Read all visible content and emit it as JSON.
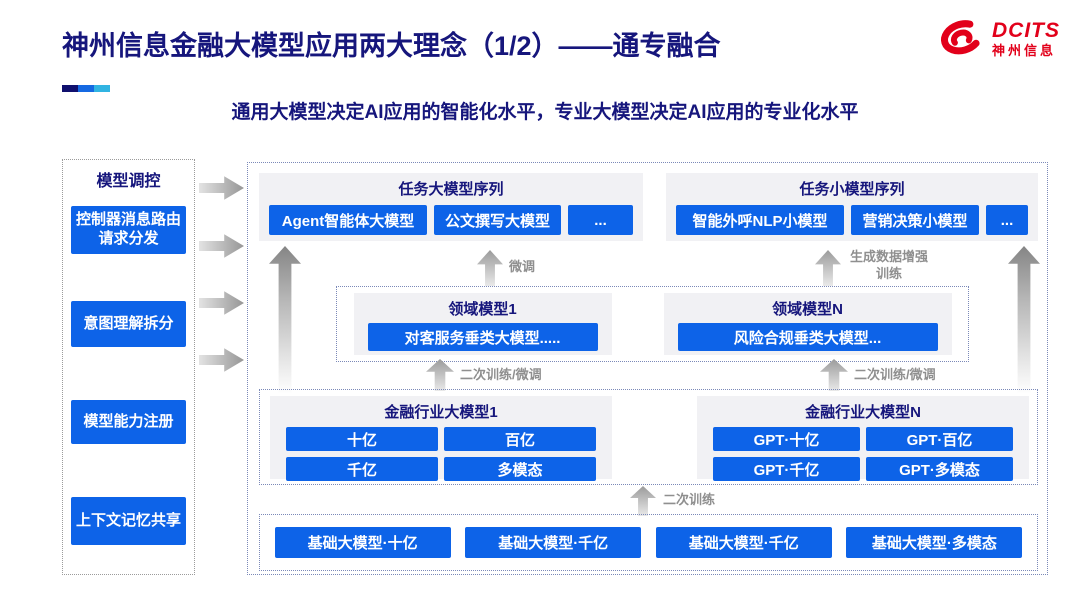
{
  "header": {
    "title": "神州信息金融大模型应用两大理念（1/2）——通专融合",
    "subtitle": "通用大模型决定AI应用的智能化水平，专业大模型决定AI应用的专业化水平",
    "logo_brand": "DCITS",
    "logo_company": "神州信息"
  },
  "colors": {
    "accent_blue": "#0d63e8",
    "title_navy": "#16167c",
    "logo_red": "#e2001a",
    "panel_gray": "#f1f1f4"
  },
  "sidebar": {
    "title": "模型调控",
    "items": [
      {
        "label": "控制器消息路由请求分发"
      },
      {
        "label": "意图理解拆分"
      },
      {
        "label": "模型能力注册"
      },
      {
        "label": "上下文记忆共享"
      }
    ]
  },
  "diagram": {
    "task_large": {
      "title": "任务大模型序列",
      "items": [
        "Agent智能体大模型",
        "公文撰写大模型",
        "..."
      ]
    },
    "task_small": {
      "title": "任务小模型序列",
      "items": [
        "智能外呼NLP小模型",
        "营销决策小模型",
        "..."
      ]
    },
    "domain1": {
      "title": "领域模型1",
      "item": "对客服务垂类大模型....."
    },
    "domainN": {
      "title": "领域模型N",
      "item": "风险合规垂类大模型..."
    },
    "industry1": {
      "title": "金融行业大模型1",
      "items": [
        "十亿",
        "百亿",
        "千亿",
        "多模态"
      ]
    },
    "industryN": {
      "title": "金融行业大模型N",
      "items": [
        "GPT·十亿",
        "GPT·百亿",
        "GPT·千亿",
        "GPT·多模态"
      ]
    },
    "base": {
      "items": [
        "基础大模型·十亿",
        "基础大模型·千亿",
        "基础大模型·千亿",
        "基础大模型·多模态"
      ]
    },
    "labels": {
      "fine_tune": "微调",
      "gen_data_train": "生成数据增强训练",
      "secondary_ft": "二次训练/微调",
      "secondary_train": "二次训练"
    }
  }
}
